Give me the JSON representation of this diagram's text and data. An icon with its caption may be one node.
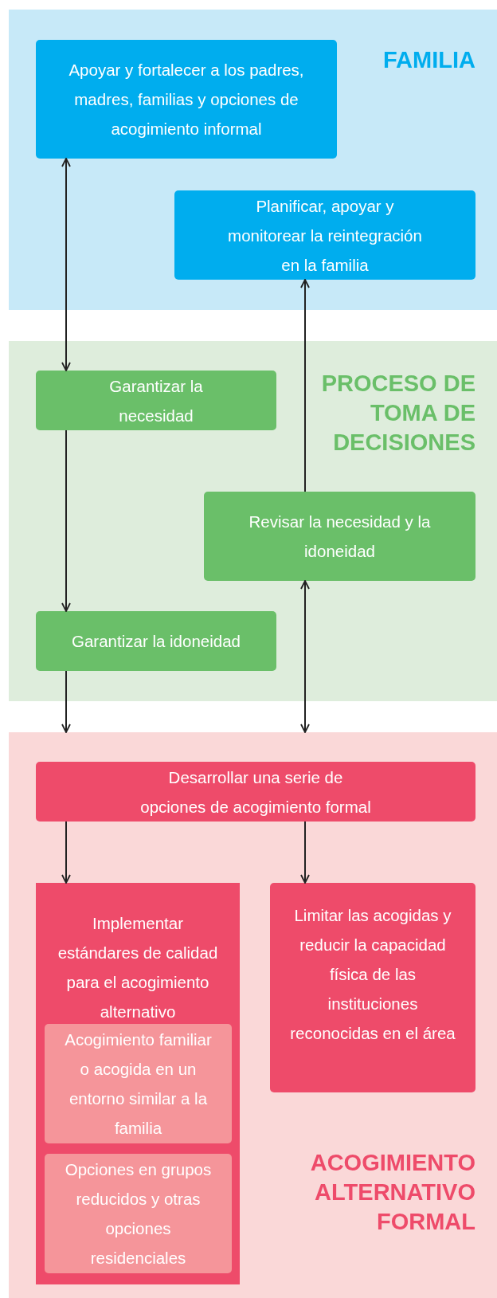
{
  "diagram": {
    "nodes": [
      {
        "text": [
          "FAMILIA"
        ]
      },
      {
        "text": [
          "Apoyar y fortalecer a los padres, madres, familias y opciones de acogimiento informal"
        ],
        "in": 0
      },
      {
        "text": [
          "Planificar, apoyar y monitorear la reintegración en la familia"
        ],
        "in": 0
      },
      {
        "text": [
          "PROCESO DE TOMA DE DECISIONES"
        ]
      },
      {
        "text": [
          "Garantizar la necesidad"
        ],
        "in": 3
      },
      {
        "text": [
          "Revisar la necesidad y la idoneidad"
        ],
        "in": 3
      },
      {
        "text": [
          "Garantizar la idoneidad"
        ],
        "in": 3
      },
      {
        "text": [
          "ACOGIMIENTO ALTERNATIVO FORMAL"
        ]
      },
      {
        "text": [
          "Desarrollar una serie de opciones de acogimiento formal"
        ],
        "in": 7
      },
      {
        "text": [
          "Implementar estándares de calidad para el acogimiento alternativo"
        ],
        "in": 7
      },
      {
        "text": [
          "Acogimiento familiar o acogida en un entorno similar a la familia"
        ],
        "in": 9
      },
      {
        "text": [
          "Opciones en grupos reducidos y otras opciones residenciales"
        ],
        "in": 9
      },
      {
        "text": [
          "Limitar las acogidas y reducir la capacidad física de las instituciones reconocidas en el área"
        ],
        "in": 7
      }
    ],
    "edges": [
      {
        "from": 1,
        "to": 4,
        "arrow": "both"
      },
      {
        "from": 4,
        "to": 6,
        "arrow": "to"
      },
      {
        "from": 6,
        "to": 7,
        "arrow": "to"
      },
      {
        "from": 5,
        "to": 2,
        "arrow": "to"
      },
      {
        "from": 5,
        "to": 7,
        "arrow": "both"
      },
      {
        "from": 8,
        "to": 9,
        "arrow": "to"
      },
      {
        "from": 8,
        "to": 12,
        "arrow": "to"
      }
    ]
  }
}
